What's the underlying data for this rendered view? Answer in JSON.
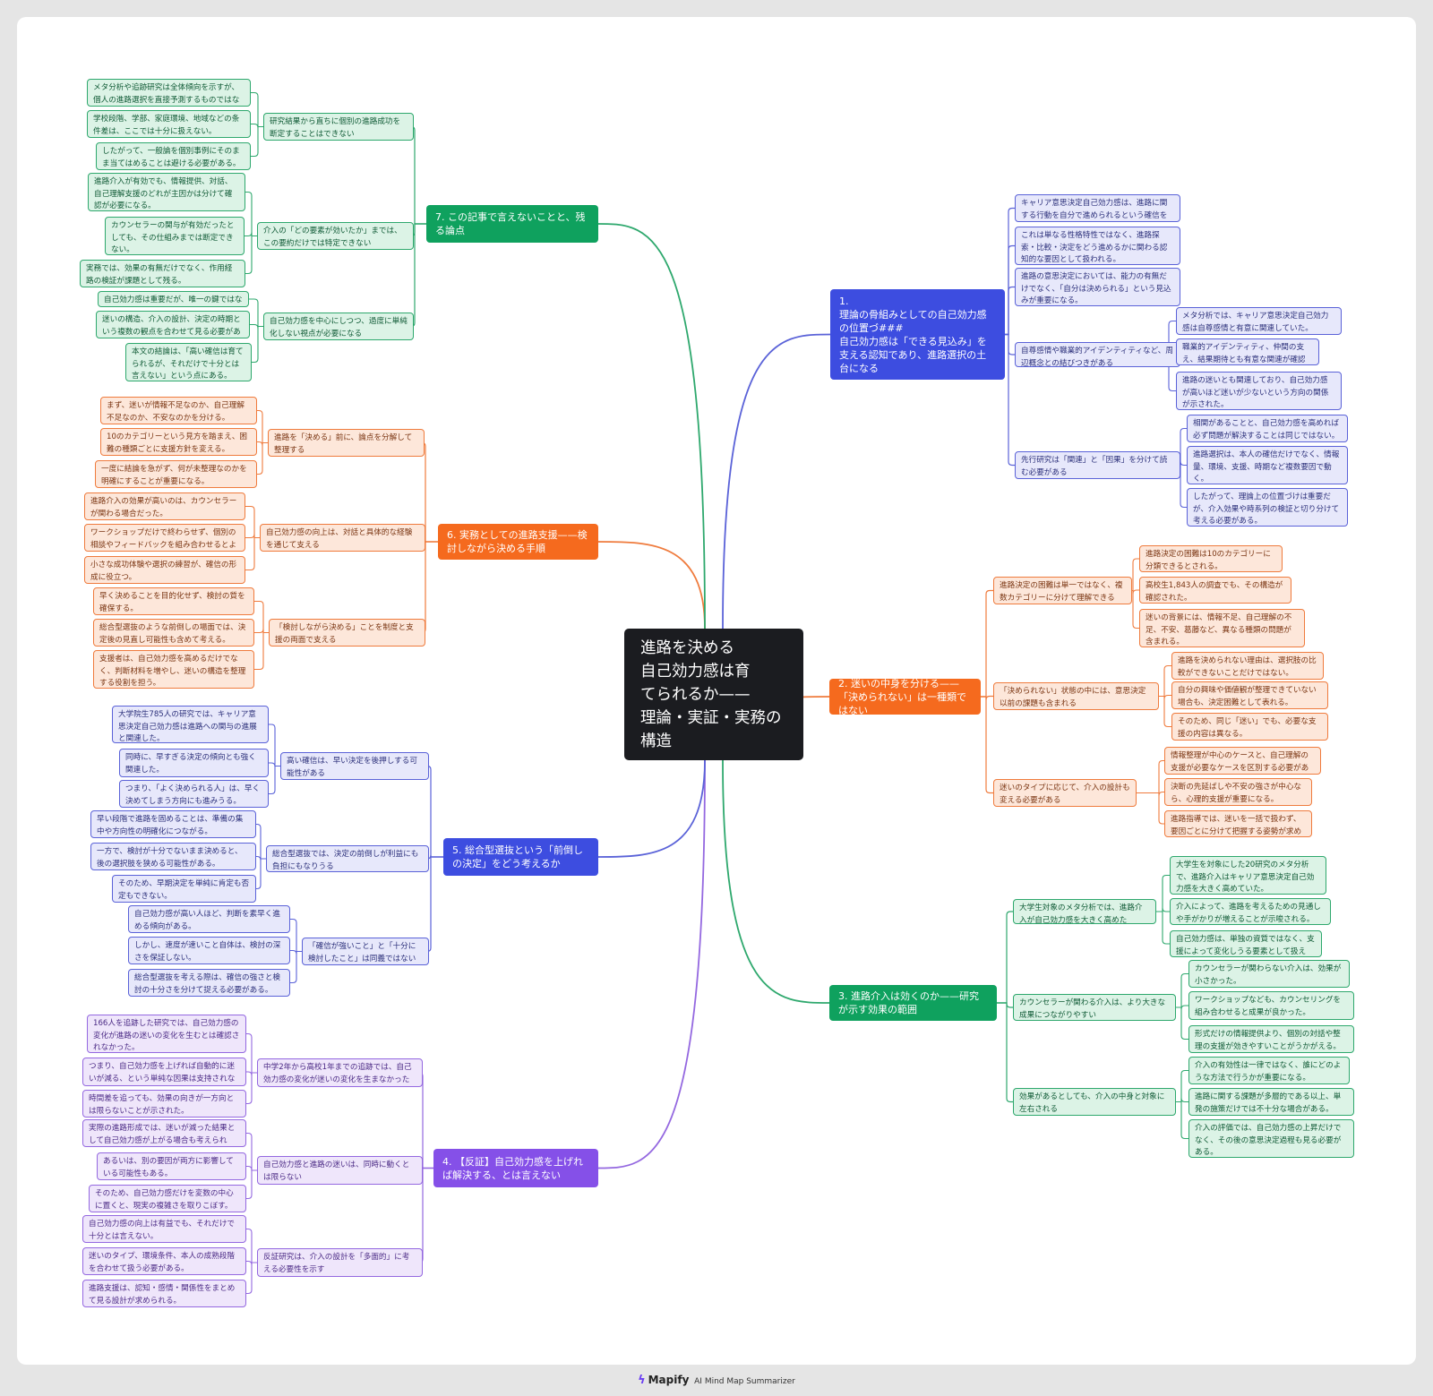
{
  "central": "進路を決める\n自己効力感は育\nてられるか——\n理論・実証・実務の\n構造",
  "footer": {
    "brand": "Mapify",
    "tagline": "AI Mind Map Summarizer"
  },
  "colors": {
    "blue": {
      "main": "#3d4de0",
      "stroke": "#5a62d8",
      "bg": "#e7e8fb",
      "text": "#2b2f7a"
    },
    "orange": {
      "main": "#f56a1e",
      "stroke": "#ef7b3d",
      "bg": "#fde7da",
      "text": "#7a3512"
    },
    "green": {
      "main": "#0fa15e",
      "stroke": "#2ea86d",
      "bg": "#dcf3e6",
      "text": "#0f5a35"
    },
    "purple": {
      "main": "#8550e8",
      "stroke": "#9468e0",
      "bg": "#efe6fb",
      "text": "#4b2a85"
    }
  },
  "branches": [
    {
      "label": "1.\n理論の骨組みとしての自己効力感の位置づ###\n自己効力感は「できる見込み」を支える認知であり、進路選択の土台になる",
      "color": "blue",
      "children": [
        {
          "label": "キャリア意思決定自己効力感は、進路に関する行動を自分で進められるという確信を指す。",
          "children": []
        },
        {
          "label": "これは単なる性格特性ではなく、進路探索・比較・決定をどう進めるかに関わる認知的な要因として扱われる。",
          "children": []
        },
        {
          "label": "進路の意思決定においては、能力の有無だけでなく、「自分は決められる」という見込みが重要になる。",
          "children": []
        },
        {
          "label": "自尊感情や職業的アイデンティティなど、周辺概念との結びつきがある",
          "children": [
            "メタ分析では、キャリア意思決定自己効力感は自尊感情と有意に関連していた。",
            "職業的アイデンティティ、仲間の支え、結果期待とも有意な関連が確認された。",
            "進路の迷いとも関連しており、自己効力感が高いほど迷いが少ないという方向の関係が示された。"
          ]
        },
        {
          "label": "先行研究は「関連」と「因果」を分けて読む必要がある",
          "children": [
            "相関があることと、自己効力感を高めれば必ず問題が解決することは同じではない。",
            "進路選択は、本人の確信だけでなく、情報量、環境、支援、時期など複数要因で動く。",
            "したがって、理論上の位置づけは重要だが、介入効果や時系列の検証と切り分けて考える必要がある。"
          ]
        }
      ]
    },
    {
      "label": "2. 迷いの中身を分ける——「決められない」は一種類ではない",
      "color": "orange",
      "children": [
        {
          "label": "進路決定の困難は単一ではなく、複数カテゴリーに分けて理解できる",
          "children": [
            "進路決定の困難は10のカテゴリーに分類できるとされる。",
            "高校生1,843人の調査でも、その構造が確認された。",
            "迷いの背景には、情報不足、自己理解の不足、不安、葛藤など、異なる種類の問題が含まれる。"
          ]
        },
        {
          "label": "「決められない」状態の中には、意思決定以前の課題も含まれる",
          "children": [
            "進路を決められない理由は、選択肢の比較ができないことだけではない。",
            "自分の興味や価値観が整理できていない場合も、決定困難として表れる。",
            "そのため、同じ「迷い」でも、必要な支援の内容は異なる。"
          ]
        },
        {
          "label": "迷いのタイプに応じて、介入の設計も変える必要がある",
          "children": [
            "情報整理が中心のケースと、自己理解の支援が必要なケースを区別する必要がある。",
            "決断の先延ばしや不安の強さが中心なら、心理的支援が重要になる。",
            "進路指導では、迷いを一括で扱わず、要因ごとに分けて把握する姿勢が求められる。"
          ]
        }
      ]
    },
    {
      "label": "3. 進路介入は効くのか——研究が示す効果の範囲",
      "color": "green",
      "children": [
        {
          "label": "大学生対象のメタ分析では、進路介入が自己効力感を大きく高めた",
          "children": [
            "大学生を対象にした20研究のメタ分析で、進路介入はキャリア意思決定自己効力感を大きく高めていた。",
            "介入によって、進路を考えるための見通しや手がかりが増えることが示唆される。",
            "自己効力感は、単独の資質ではなく、支援によって変化しうる要素として扱える。"
          ]
        },
        {
          "label": "カウンセラーが関わる介入は、より大きな成果につながりやすい",
          "children": [
            "カウンセラーが関わらない介入は、効果が小さかった。",
            "ワークショップなども、カウンセリングを組み合わせると成果が良かった。",
            "形式だけの情報提供より、個別の対話や整理の支援が効きやすいことがうかがえる。"
          ]
        },
        {
          "label": "効果があるとしても、介入の中身と対象に左右される",
          "children": [
            "介入の有効性は一律ではなく、誰にどのような方法で行うかが重要になる。",
            "進路に関する課題が多層的である以上、単発の施策だけでは不十分な場合がある。",
            "介入の評価では、自己効力感の上昇だけでなく、その後の意思決定過程も見る必要がある。"
          ]
        }
      ]
    },
    {
      "label": "4. 【反証】自己効力感を上げれば解決する、とは言えない",
      "color": "purple",
      "children": [
        {
          "label": "中学2年から高校1年までの追跡では、自己効力感の変化が迷いの変化を生まなかった",
          "children": [
            "166人を追跡した研究では、自己効力感の変化が進路の迷いの変化を生むとは確認されなかった。",
            "つまり、自己効力感を上げれば自動的に迷いが減る、という単純な因果は支持されない。",
            "時間差を追っても、効果の向きが一方向とは限らないことが示された。"
          ]
        },
        {
          "label": "自己効力感と進路の迷いは、同時に動くとは限らない",
          "children": [
            "実際の進路形成では、迷いが減った結果として自己効力感が上がる場合も考えられる。",
            "あるいは、別の要因が両方に影響している可能性もある。",
            "そのため、自己効力感だけを変数の中心に置くと、現実の複雑さを取りこぼす。"
          ]
        },
        {
          "label": "反証研究は、介入の設計を「多面的」に考える必要性を示す",
          "children": [
            "自己効力感の向上は有益でも、それだけで十分とは言えない。",
            "迷いのタイプ、環境条件、本人の成熟段階を合わせて扱う必要がある。",
            "進路支援は、認知・感情・関係性をまとめて見る設計が求められる。"
          ]
        }
      ]
    },
    {
      "label": "5. 総合型選抜という「前倒しの決定」をどう考えるか",
      "color": "blue",
      "children": [
        {
          "label": "高い確信は、早い決定を後押しする可能性がある",
          "children": [
            "大学院生785人の研究では、キャリア意思決定自己効力感は進路への関与の進展と関連した。",
            "同時に、早すぎる決定の傾向とも強く関連した。",
            "つまり、「よく決められる人」は、早く決めてしまう方向にも進みうる。"
          ]
        },
        {
          "label": "総合型選抜では、決定の前倒しが利益にも負担にもなりうる",
          "children": [
            "早い段階で進路を固めることは、準備の集中や方向性の明確化につながる。",
            "一方で、検討が十分でないまま決めると、後の選択肢を狭める可能性がある。",
            "そのため、早期決定を単純に肯定も否定もできない。"
          ]
        },
        {
          "label": "「確信が強いこと」と「十分に検討したこと」は同義ではない",
          "children": [
            "自己効力感が高い人ほど、判断を素早く進める傾向がある。",
            "しかし、速度が速いこと自体は、検討の深さを保証しない。",
            "総合型選抜を考える際は、確信の強さと検討の十分さを分けて捉える必要がある。"
          ]
        }
      ]
    },
    {
      "label": "6. 実務としての進路支援——検討しながら決める手順",
      "color": "orange",
      "children": [
        {
          "label": "進路を「決める」前に、論点を分解して整理する",
          "children": [
            "まず、迷いが情報不足なのか、自己理解不足なのか、不安なのかを分ける。",
            "10のカテゴリーという見方を踏まえ、困難の種類ごとに支援方針を変える。",
            "一度に結論を急がず、何が未整理なのかを明確にすることが重要になる。"
          ]
        },
        {
          "label": "自己効力感の向上は、対話と具体的な経験を通じて支える",
          "children": [
            "進路介入の効果が高いのは、カウンセラーが関わる場合だった。",
            "ワークショップだけで終わらせず、個別の相談やフィードバックを組み合わせるとよい。",
            "小さな成功体験や選択の練習が、確信の形成に役立つ。"
          ]
        },
        {
          "label": "「検討しながら決める」ことを制度と支援の両面で支える",
          "children": [
            "早く決めることを目的化せず、検討の質を確保する。",
            "総合型選抜のような前倒しの場面では、決定後の見直し可能性も含めて考える。",
            "支援者は、自己効力感を高めるだけでなく、判断材料を増やし、迷いの構造を整理する役割を担う。"
          ]
        }
      ]
    },
    {
      "label": "7. この記事で言えないことと、残る論点",
      "color": "green",
      "children": [
        {
          "label": "研究結果から直ちに個別の進路成功を断定することはできない",
          "children": [
            "メタ分析や追跡研究は全体傾向を示すが、個人の進路選択を直接予測するものではない。",
            "学校段階、学部、家庭環境、地域などの条件差は、ここでは十分に扱えない。",
            "したがって、一般論を個別事例にそのまま当てはめることは避ける必要がある。"
          ]
        },
        {
          "label": "介入の「どの要素が効いたか」までは、この要約だけでは特定できない",
          "children": [
            "進路介入が有効でも、情報提供、対話、自己理解支援のどれが主因かは分けて確認が必要になる。",
            "カウンセラーの関与が有効だったとしても、その仕組みまでは断定できない。",
            "実務では、効果の有無だけでなく、作用経路の検証が課題として残る。"
          ]
        },
        {
          "label": "自己効力感を中心にしつつ、過度に単純化しない視点が必要になる",
          "children": [
            "自己効力感は重要だが、唯一の鍵ではない。",
            "迷いの構造、介入の設計、決定の時期という複数の観点を合わせて見る必要がある。",
            "本文の結論は、「高い確信は育てられるが、それだけで十分とは言えない」という点にある。"
          ]
        }
      ]
    }
  ]
}
